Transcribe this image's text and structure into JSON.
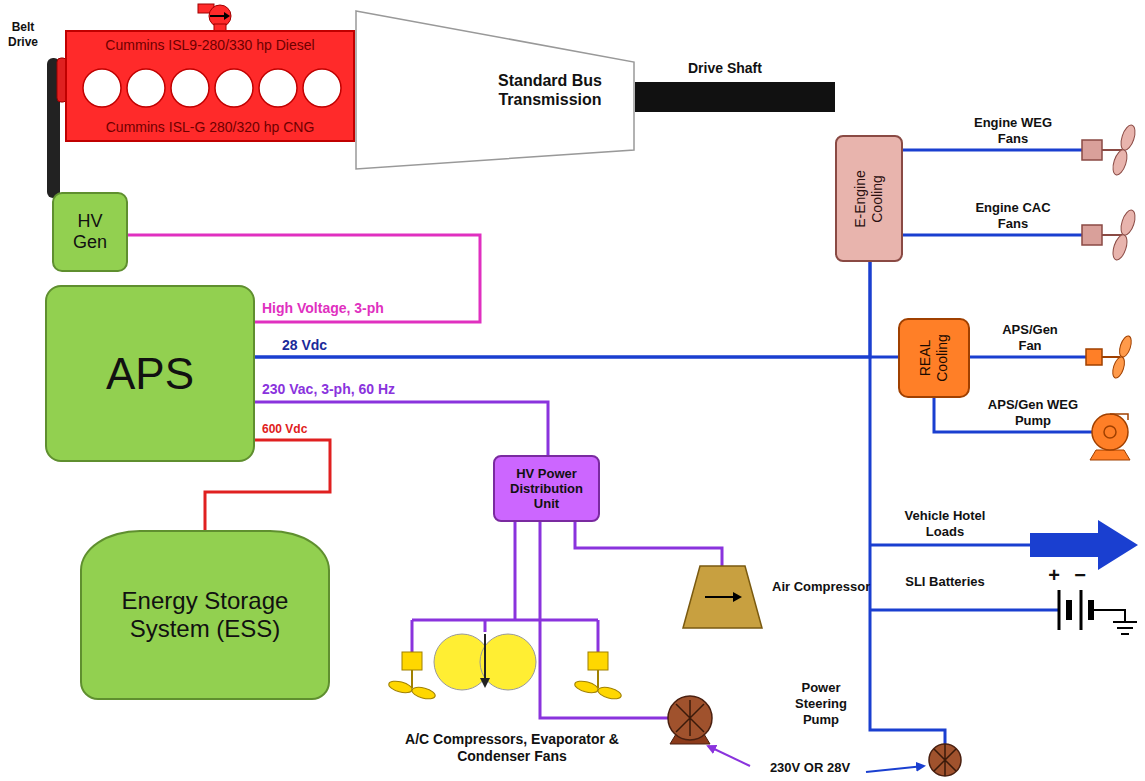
{
  "diagram": {
    "nodes": [
      {
        "text": [
          "Cummins ISL9-280/330 hp Diesel",
          "Cummins ISL-G 280/320 hp CNG"
        ]
      },
      {
        "text": [
          "Standard Bus Transmission"
        ]
      },
      {
        "text": [
          "HV Gen"
        ]
      },
      {
        "text": [
          "APS"
        ]
      },
      {
        "text": [
          "Energy Storage System (ESS)"
        ]
      },
      {
        "text": [
          "HV Power Distribution Unit"
        ]
      },
      {
        "text": [
          "E-Engine Cooling"
        ]
      },
      {
        "text": [
          "REAL Cooling"
        ]
      }
    ],
    "edges": [
      {
        "from": 2,
        "to": 3,
        "label": "High Voltage, 3-ph",
        "arrow": "none"
      },
      {
        "from": 3,
        "to": 6,
        "label": "28 Vdc",
        "arrow": "none"
      },
      {
        "from": 3,
        "to": 7,
        "arrow": "none"
      },
      {
        "from": 3,
        "to": 5,
        "label": "230 Vac, 3-ph, 60 Hz",
        "arrow": "none"
      },
      {
        "from": 3,
        "to": 4,
        "label": "600 Vdc",
        "arrow": "none"
      }
    ],
    "labels": [
      "Belt Drive",
      "Drive Shaft",
      "Engine WEG Fans",
      "Engine CAC Fans",
      "APS/Gen Fan",
      "APS/Gen WEG Pump",
      "Vehicle Hotel Loads",
      "SLI Batteries",
      "Air Compressor",
      "A/C Compressors, Evaporator & Condenser Fans",
      "Power Steering Pump",
      "230V OR 28V",
      "+",
      "−"
    ]
  }
}
